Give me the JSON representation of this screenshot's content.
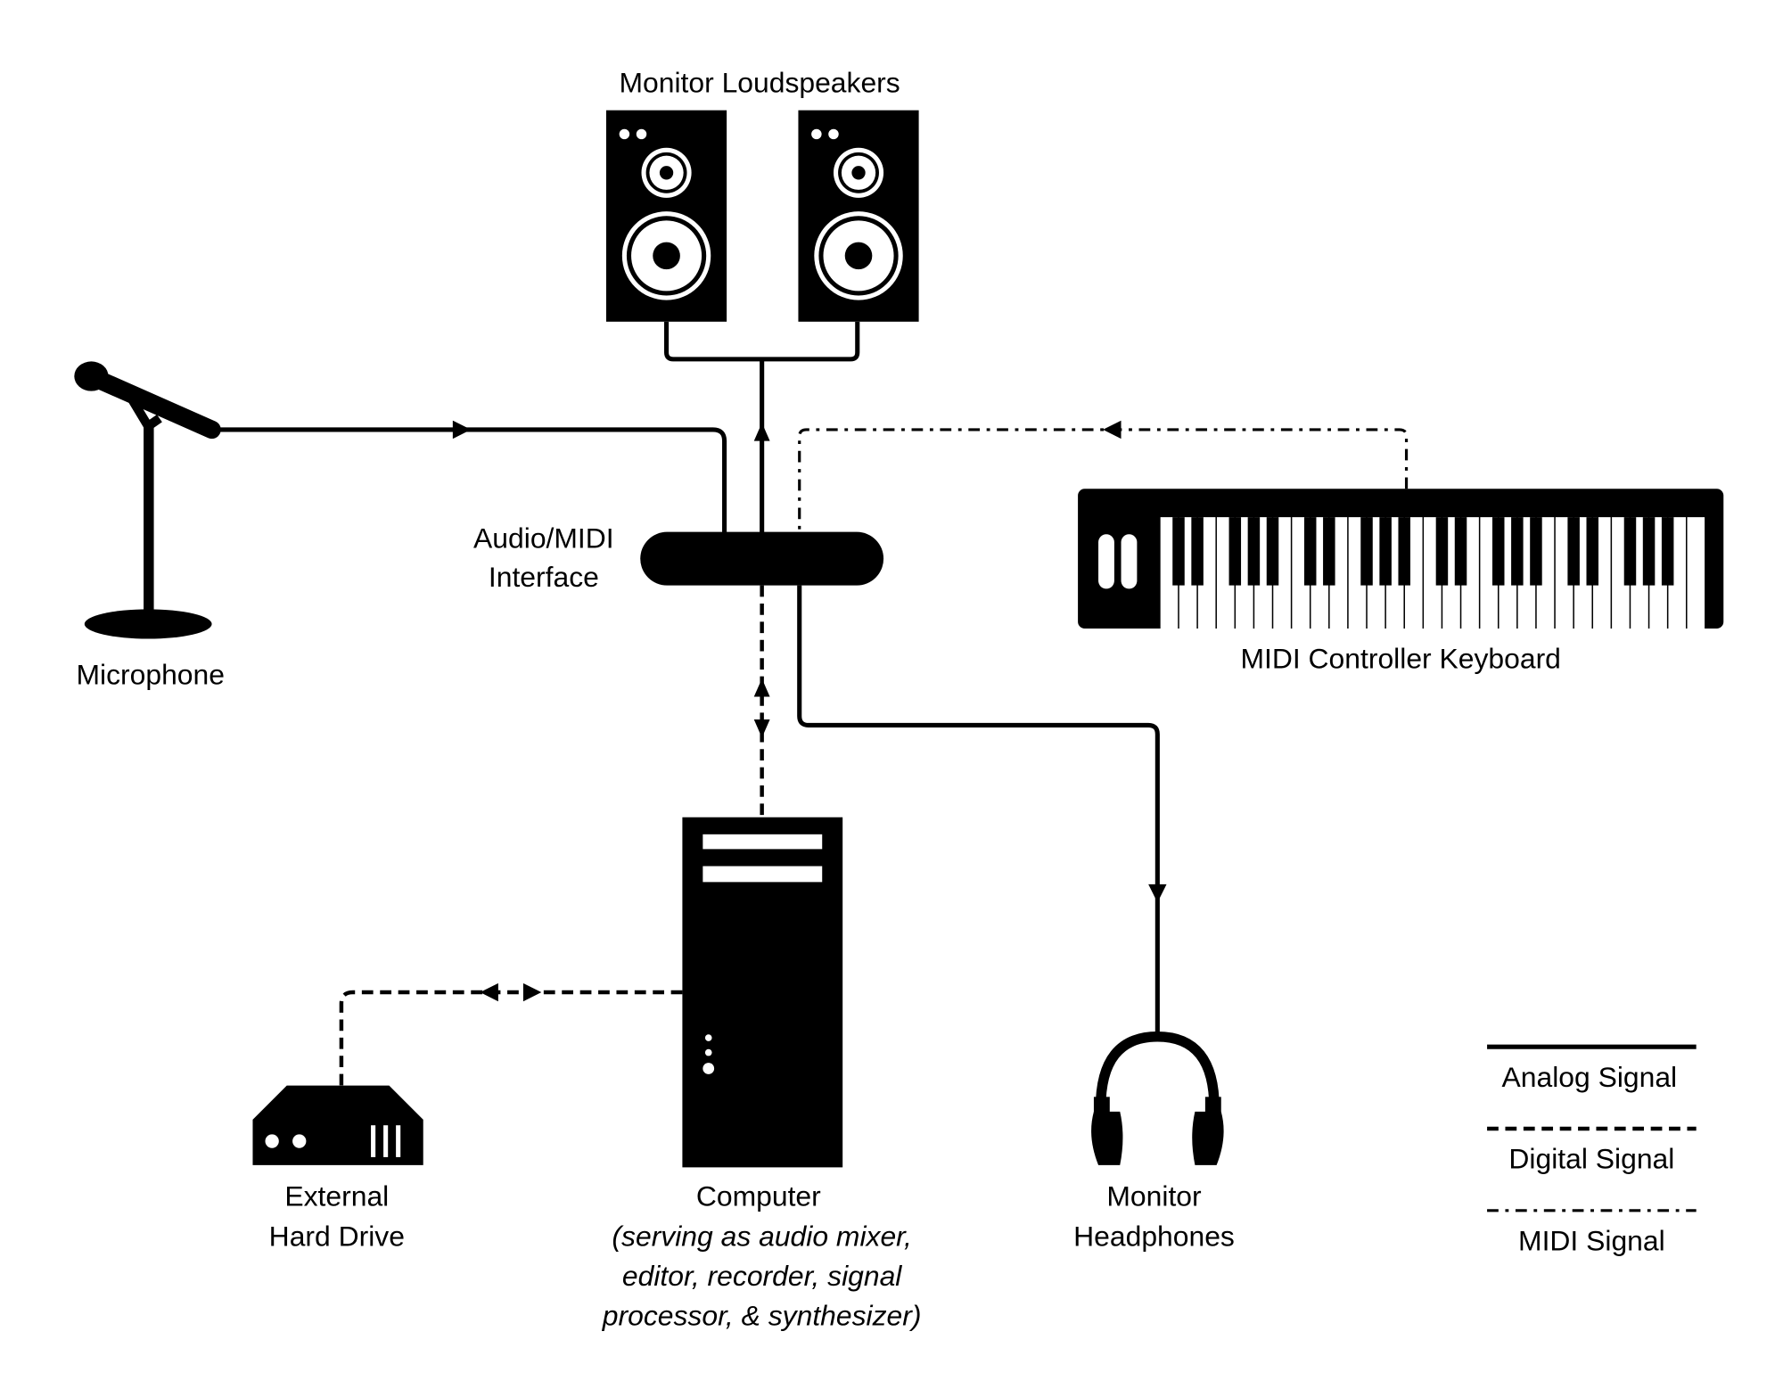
{
  "labels": {
    "speakers": "Monitor Loudspeakers",
    "interface_line1": "Audio/MIDI",
    "interface_line2": "Interface",
    "microphone": "Microphone",
    "keyboard": "MIDI Controller Keyboard",
    "hard_drive_line1": "External",
    "hard_drive_line2": "Hard Drive",
    "computer": "Computer",
    "computer_note_line1": "(serving as audio mixer,",
    "computer_note_line2": "editor, recorder, signal",
    "computer_note_line3": "processor, & synthesizer)",
    "headphones_line1": "Monitor",
    "headphones_line2": "Headphones"
  },
  "legend": [
    {
      "label": "Analog Signal",
      "style": "solid"
    },
    {
      "label": "Digital Signal",
      "style": "dashed"
    },
    {
      "label": "MIDI Signal",
      "style": "dash-dot"
    }
  ],
  "keyboard": {
    "white_keys": 29
  }
}
